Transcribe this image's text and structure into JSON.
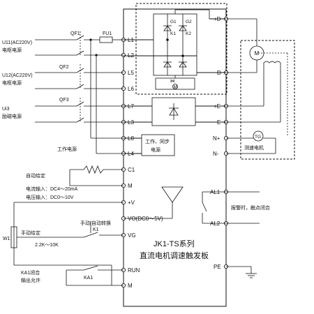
{
  "board": {
    "title_line1": "JK1-TS系列",
    "title_line2": "直流电机调速触发板"
  },
  "terminals": {
    "L1": "L1",
    "L2": "L2",
    "L5": "L5",
    "L6": "L6",
    "L7": "L7",
    "L3": "L3",
    "L8": "L8",
    "L4": "L4",
    "C1": "C1",
    "M1": "M",
    "V": "+V",
    "VO": "VO(DC0～5V)",
    "VG": "VG",
    "RUN": "RUN",
    "M2": "M",
    "D_plus": "+D",
    "D_minus": "D",
    "E_plus": "+E",
    "E_minus": "E",
    "N_plus": "N+",
    "N_minus": "N-",
    "AL1": "AL1",
    "AL2": "AL2",
    "PE": "PE"
  },
  "breakers": {
    "qf1": "QF1",
    "qf2": "QF2",
    "qf3": "QF3",
    "fu1": "FU1"
  },
  "sources": {
    "u11_line1": "U11(AC220V)",
    "u11_line2": "电枢电源",
    "u12_line1": "U12(AC220V)",
    "u12_line2": "电枢电源",
    "u13_line1": "Ui3",
    "u13_line2": "励磁电源",
    "work_power": "工作电源"
  },
  "modules": {
    "sync_line1": "工作、同步",
    "sync_line2": "电源"
  },
  "thyristors": {
    "g1": "G1",
    "g2": "G2",
    "k1": "K1",
    "k2": "K2",
    "fan": "M"
  },
  "motor": {
    "motor_symbol": "M",
    "tg_symbol": "TG",
    "tach_label": "测速电机"
  },
  "inputs": {
    "auto_setpoint": "自动给定",
    "current_input": "电流输入：DC4～20mA",
    "voltage_input": "电压输入：DC0～10V",
    "switch_label": "手动/自动转换",
    "k1_label": "K1",
    "manual_setpoint": "手动给定",
    "pot_label": "W1",
    "pot_range": "2.2K～10K",
    "ka1_line1": "KA1闭合",
    "ka1_line2": "输出允许",
    "ka1_contact": "KA1"
  },
  "alarm": {
    "label": "报警时，触点闭合"
  }
}
